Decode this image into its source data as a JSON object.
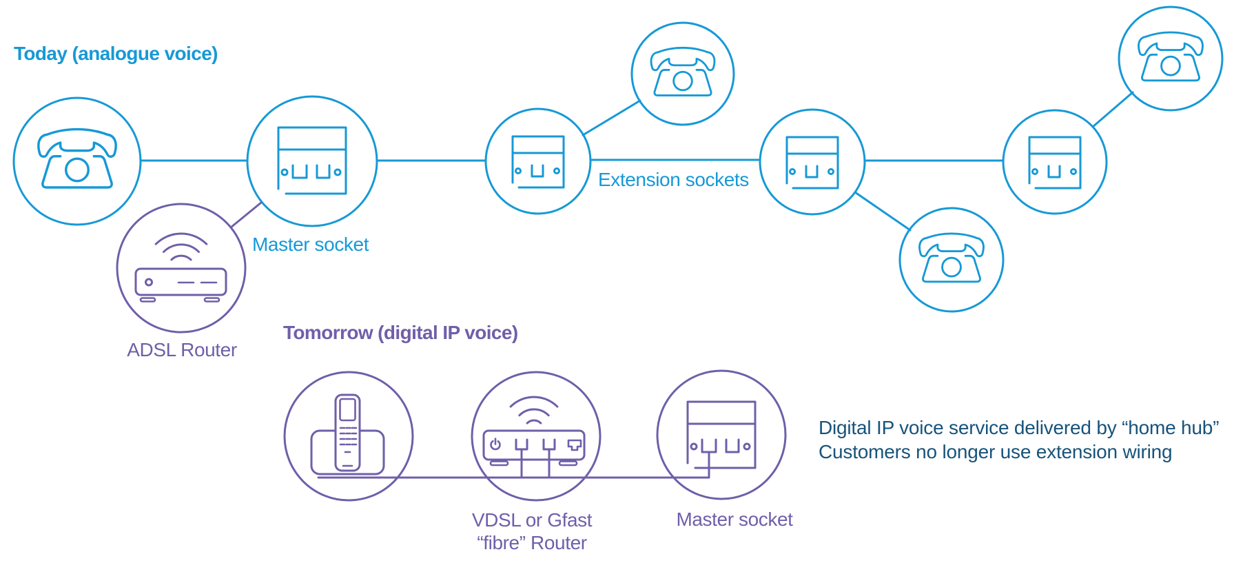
{
  "colors": {
    "blue": "#1699D6",
    "purple": "#6F5FA9",
    "navy": "#17537B",
    "background": "#FFFFFF"
  },
  "today": {
    "title": "Today (analogue voice)",
    "labels": {
      "master_socket": "Master socket",
      "adsl_router": "ADSL Router",
      "extension_sockets": "Extension sockets"
    }
  },
  "tomorrow": {
    "title": "Tomorrow (digital IP voice)",
    "labels": {
      "vdsl_line1": "VDSL or Gfast",
      "vdsl_line2": "“fibre” Router",
      "master_socket": "Master socket"
    },
    "note": {
      "line1": "Digital IP voice service delivered by “home hub”",
      "line2": "Customers no longer use extension wiring"
    }
  },
  "diagram": {
    "nodes": [
      {
        "id": "phone-1",
        "section": "today",
        "icon": "telephone-icon"
      },
      {
        "id": "master-socket-1",
        "section": "today",
        "icon": "master-socket-icon",
        "label": "Master socket"
      },
      {
        "id": "adsl-router",
        "section": "today",
        "icon": "wifi-router-icon",
        "label": "ADSL Router"
      },
      {
        "id": "extension-socket-1",
        "section": "today",
        "icon": "extension-socket-icon",
        "label": "Extension sockets"
      },
      {
        "id": "phone-2",
        "section": "today",
        "icon": "telephone-icon"
      },
      {
        "id": "extension-socket-2",
        "section": "today",
        "icon": "extension-socket-icon"
      },
      {
        "id": "phone-3",
        "section": "today",
        "icon": "telephone-icon"
      },
      {
        "id": "extension-socket-3",
        "section": "today",
        "icon": "extension-socket-icon"
      },
      {
        "id": "phone-4",
        "section": "today",
        "icon": "telephone-icon"
      },
      {
        "id": "cordless-phone",
        "section": "tomorrow",
        "icon": "cordless-phone-icon"
      },
      {
        "id": "vdsl-router",
        "section": "tomorrow",
        "icon": "wifi-router-icon",
        "label": "VDSL or Gfast “fibre” Router"
      },
      {
        "id": "master-socket-2",
        "section": "tomorrow",
        "icon": "master-socket-icon",
        "label": "Master socket"
      }
    ],
    "connections": [
      [
        "phone-1",
        "master-socket-1"
      ],
      [
        "master-socket-1",
        "adsl-router"
      ],
      [
        "master-socket-1",
        "extension-socket-1"
      ],
      [
        "extension-socket-1",
        "phone-2"
      ],
      [
        "extension-socket-1",
        "extension-socket-2"
      ],
      [
        "extension-socket-2",
        "phone-3"
      ],
      [
        "extension-socket-2",
        "extension-socket-3"
      ],
      [
        "extension-socket-3",
        "phone-4"
      ],
      [
        "cordless-phone",
        "vdsl-router"
      ],
      [
        "vdsl-router",
        "master-socket-2"
      ]
    ]
  }
}
